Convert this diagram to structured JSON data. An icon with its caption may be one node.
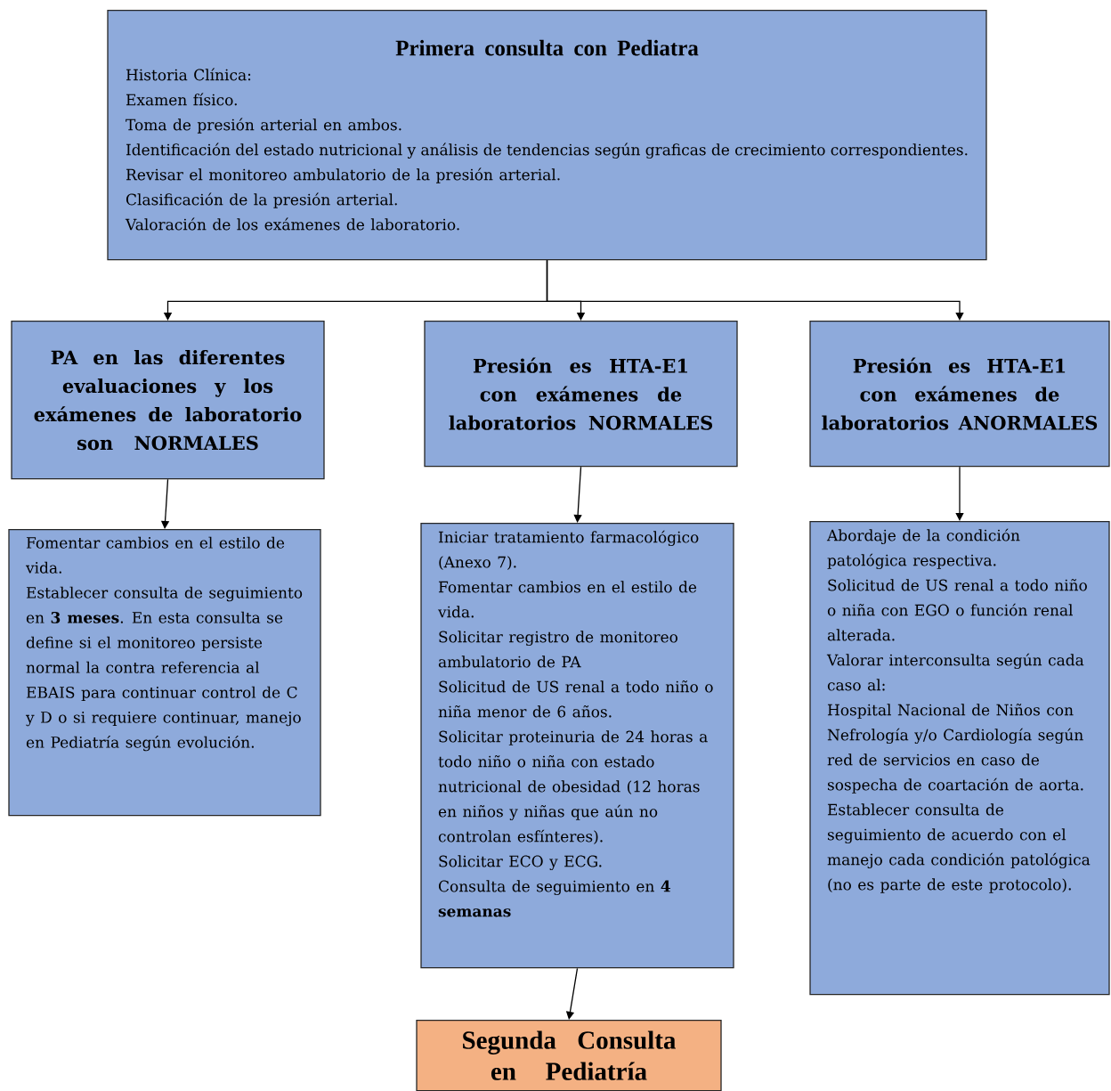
{
  "diagram": {
    "nodes": [
      {
        "text": [
          "Primera consulta con Pediatra",
          "Historia Clínica:",
          "Examen físico.",
          "Toma de presión arterial en ambos.",
          "Identificación del estado nutricional y análisis de tendencias según graficas de crecimiento correspondientes.",
          "Revisar el monitoreo ambulatorio de la presión arterial.",
          "Clasificación de la presión arterial.",
          "Valoración de los exámenes de laboratorio."
        ]
      },
      {
        "text": [
          "PA en las diferentes evaluaciones y los exámenes de laboratorio son NORMALES"
        ]
      },
      {
        "text": [
          "Presión es HTA-E1 con exámenes de laboratorios NORMALES"
        ]
      },
      {
        "text": [
          "Presión es HTA-E1 con exámenes de laboratorios ANORMALES"
        ]
      },
      {
        "text": [
          "Fomentar cambios en el estilo de vida.",
          "Establecer consulta de seguimiento en **3 meses**. En esta consulta se define si el monitoreo persiste normal la contra referencia al EBAIS para continuar control de C y D o si requiere continuar, manejo en Pediatría según evolución."
        ]
      },
      {
        "text": [
          "Iniciar tratamiento farmacológico (Anexo 7).",
          "Fomentar cambios en el estilo de vida.",
          "Solicitar registro de monitoreo ambulatorio de PA",
          "Solicitud de US renal a todo niño o niña menor de 6 años.",
          "Solicitar proteinuria de 24 horas a todo niño o niña con estado nutricional de obesidad (12 horas en niños y niñas que aún no controlan esfínteres).",
          "Solicitar ECO y ECG.",
          "Consulta de seguimiento en **4 semanas**"
        ]
      },
      {
        "text": [
          "Abordaje de la condición patológica respectiva.",
          "Solicitud de US renal a todo niño o niña con EGO o función renal alterada.",
          "Valorar interconsulta según cada caso al:",
          "Hospital Nacional de Niños con Nefrología y/o Cardiología según red de servicios en caso de sospecha de coartación de aorta.",
          "Establecer consulta de seguimiento de acuerdo con el manejo cada condición patológica (no es parte de este protocolo)."
        ]
      },
      {
        "text": [
          "Segunda Consulta en Pediatría"
        ]
      }
    ],
    "edges": [
      {
        "from": 0,
        "to": 1,
        "arrow": "to"
      },
      {
        "from": 0,
        "to": 2,
        "arrow": "to"
      },
      {
        "from": 0,
        "to": 3,
        "arrow": "to"
      },
      {
        "from": 1,
        "to": 4,
        "arrow": "to"
      },
      {
        "from": 2,
        "to": 5,
        "arrow": "to"
      },
      {
        "from": 3,
        "to": 6,
        "arrow": "to"
      },
      {
        "from": 5,
        "to": 7,
        "arrow": "to"
      }
    ]
  }
}
